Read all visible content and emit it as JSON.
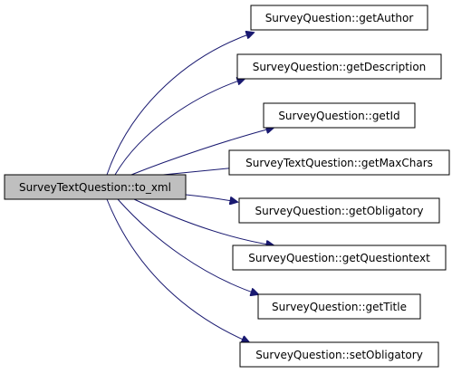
{
  "graph": {
    "root": {
      "label": "SurveyTextQuestion::to_xml",
      "fill": "#bfbfbf"
    },
    "callees": [
      {
        "label": "SurveyQuestion::getAuthor"
      },
      {
        "label": "SurveyQuestion::getDescription"
      },
      {
        "label": "SurveyQuestion::getId"
      },
      {
        "label": "SurveyTextQuestion::getMaxChars"
      },
      {
        "label": "SurveyQuestion::getObligatory"
      },
      {
        "label": "SurveyQuestion::getQuestiontext"
      },
      {
        "label": "SurveyQuestion::getTitle"
      },
      {
        "label": "SurveyQuestion::setObligatory"
      }
    ],
    "colors": {
      "edge": "#191970",
      "callee_fill": "#ffffff",
      "border": "#000000"
    }
  }
}
